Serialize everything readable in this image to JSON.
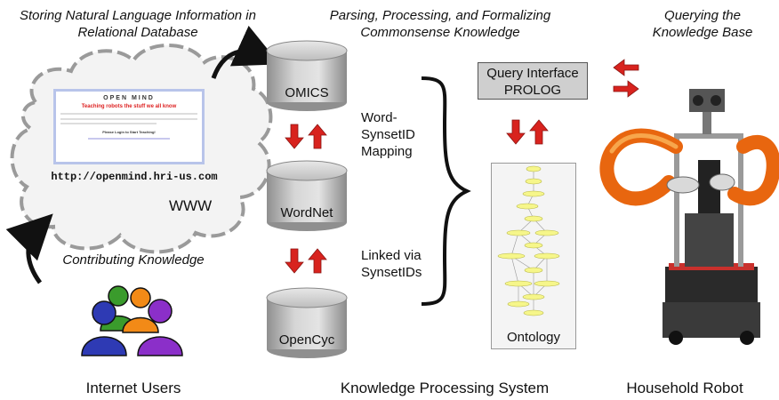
{
  "headers": {
    "left": "Storing Natural Language Information in Relational Database",
    "middle": "Parsing, Processing, and Formalizing Commonsense Knowledge",
    "right": "Querying the Knowledge Base"
  },
  "footers": {
    "left": "Internet Users",
    "middle": "Knowledge Processing System",
    "right": "Household Robot"
  },
  "cloud": {
    "url": "http://openmind.hri-us.com",
    "label": "WWW",
    "page_title": "OPEN MIND",
    "page_headline": "Teaching robots the stuff we all know",
    "page_login": "Please Login to Start Teaching!"
  },
  "contributing_label": "Contributing Knowledge",
  "databases": [
    "OMICS",
    "WordNet",
    "OpenCyc"
  ],
  "mapping_labels": {
    "word_synset": "Word-SynsetID Mapping",
    "linked": "Linked via SynsetIDs"
  },
  "query_interface": {
    "line1": "Query Interface",
    "line2": "PROLOG"
  },
  "ontology_label": "Ontology",
  "colors": {
    "arrow_red": "#d8231e",
    "cylinder_gray": "#bdbdbd",
    "cloud_border": "#9a9a9a",
    "query_box": "#cfcfcf"
  }
}
